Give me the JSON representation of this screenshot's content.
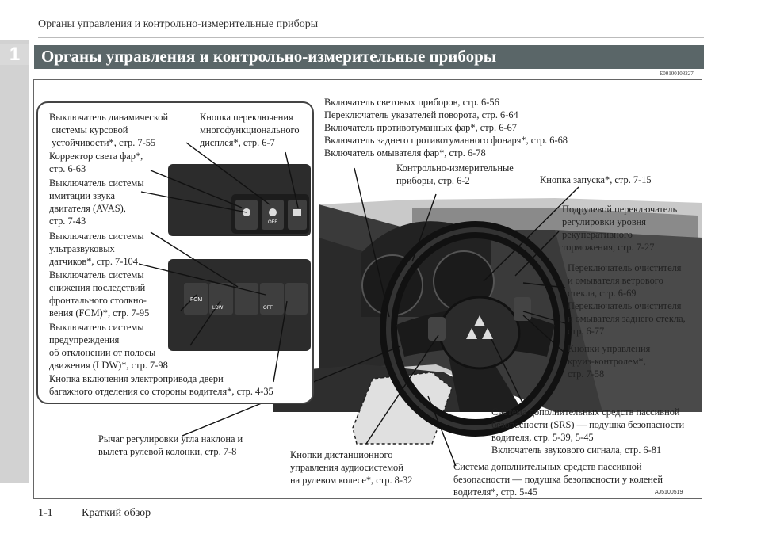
{
  "header": {
    "running_title": "Органы управления и контрольно-измерительные приборы"
  },
  "chapter": {
    "number": "1"
  },
  "title_bar": {
    "title": "Органы управления и контрольно-измерительные приборы"
  },
  "doc_code": "E00100108227",
  "image_code": "AJ5100519",
  "footer": {
    "page": "1-1",
    "section": "Краткий обзор"
  },
  "switch_panel": {
    "fcm": "FCM",
    "ldw": "LDW",
    "off": "OFF"
  },
  "labels": {
    "dynamic_stability": "Выключатель динамической\n системы курсовой\n устойчивости*, стр. 7-55",
    "multi_display": "Кнопка переключения\nмногофункционального\nдисплея*, стр. 6-7",
    "headlight_leveling": "Корректор света фар*,\nстр. 6-63",
    "avas": "Выключатель системы\nимитации звука\nдвигателя (AVAS),\nстр. 7-43",
    "ultrasonic": "Выключатель системы\nультразвуковых\nдатчиков*, стр. 7-104",
    "fcm": "Выключатель системы\nснижения последствий\nфронтального столкно-\nвения (FCM)*, стр. 7-95",
    "ldw": "Выключатель системы\nпредупреждения\nоб отклонении от полосы\nдвижения (LDW)*, стр. 7-98",
    "tailgate": "Кнопка включения электропривода двери\nбагажного отделения со стороны водителя*, стр. 4-35",
    "lights": "Включатель световых приборов, стр. 6-56\nПереключатель указателей поворота, стр. 6-64\nВключатель противотуманных фар*, стр. 6-67\nВключатель заднего противотуманного фонаря*, стр. 6-68\nВключатель омывателя фар*, стр. 6-78",
    "instruments": "Контрольно-измерительные\nприборы, стр. 6-2",
    "start_button": "Кнопка запуска*, стр. 7-15",
    "paddle": "Подрулевой переключатель\nрегулировки уровня\nрекуперативного\nторможения, стр. 7-27",
    "wipers": "Переключатель очистителя\nи омывателя ветрового\nстекла, стр. 6-69\nПереключатель очистителя\nи омывателя заднего стекла,\nстр. 6-77",
    "cruise": "Кнопки управления\nкруиз-контролем*,\nстр. 7-58",
    "srs": "Система дополнительных средств пассивной\nбезопасности (SRS) — подушка безопасности\nводителя, стр. 5-39, 5-45\nВключатель звукового сигнала, стр. 6-81",
    "knee_airbag": "Система дополнительных средств пассивной\nбезопасности — подушка безопасности у коленей\nводителя*, стр. 5-45",
    "audio": "Кнопки дистанционного\nуправления аудиосистемой\nна рулевом колесе*, стр. 8-32",
    "tilt": "Рычаг регулировки угла наклона и\nвылета рулевой колонки, стр. 7-8"
  }
}
